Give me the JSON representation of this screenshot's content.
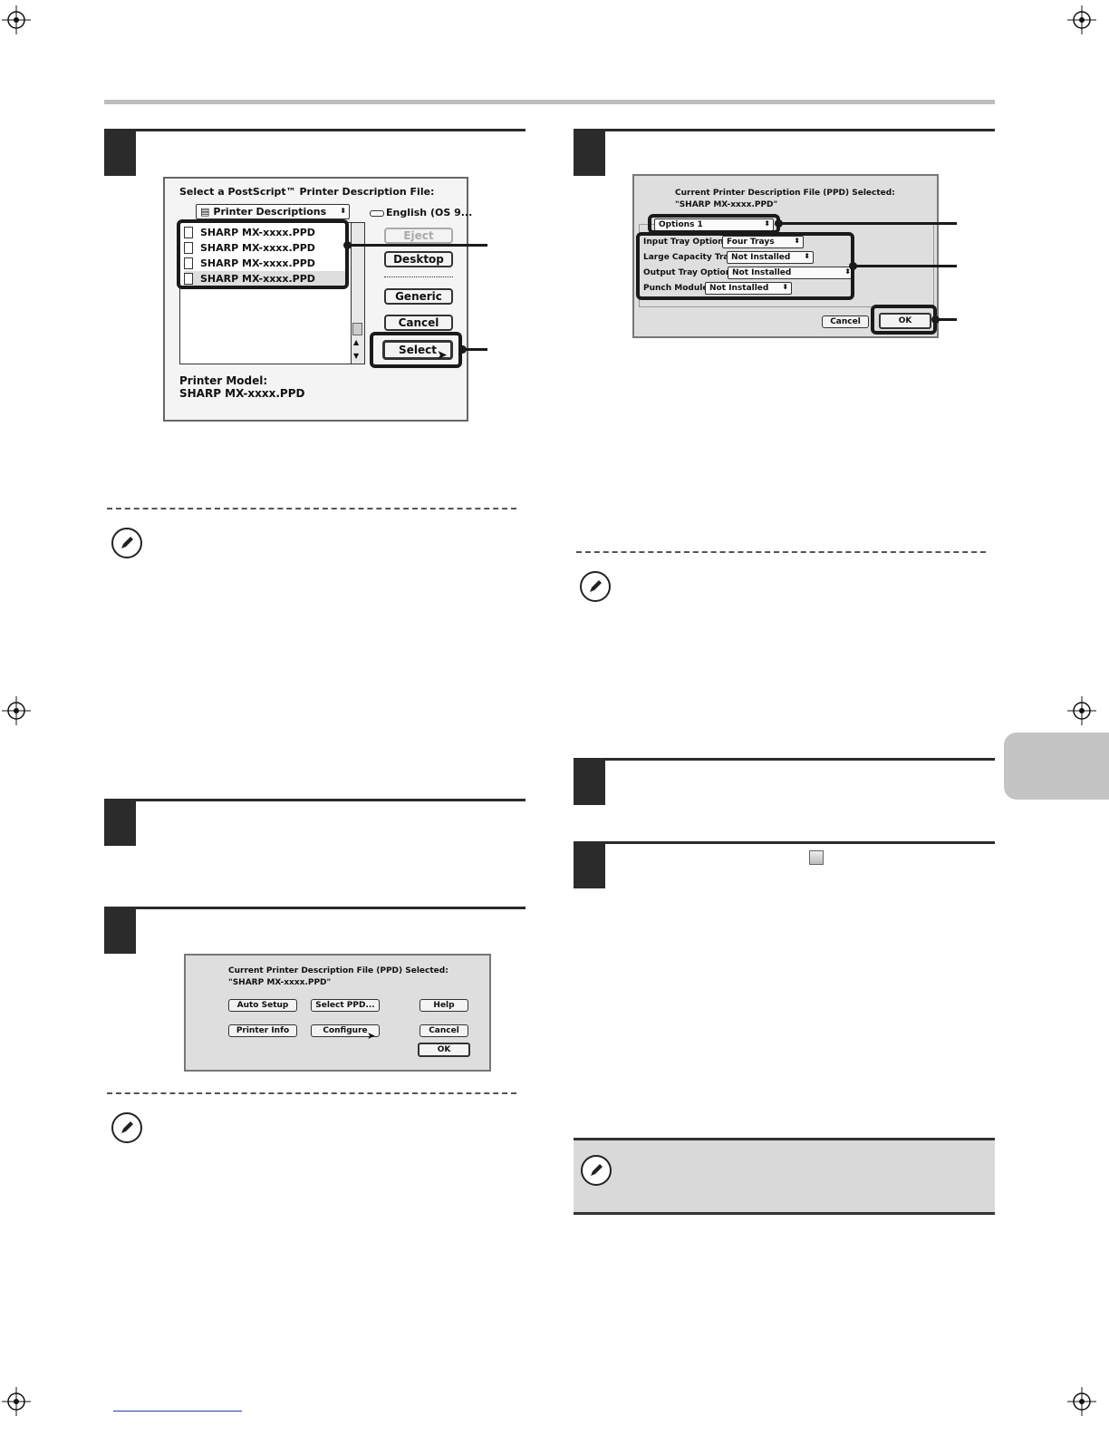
{
  "dialog_select_ppd": {
    "heading": "Select a PostScript™ Printer Description File:",
    "folder_popup": "Printer Descriptions",
    "volume_label": "English (OS 9...",
    "files": [
      "SHARP MX-xxxx.PPD",
      "SHARP MX-xxxx.PPD",
      "SHARP MX-xxxx.PPD",
      "SHARP MX-xxxx.PPD"
    ],
    "buttons": {
      "eject": "Eject",
      "desktop": "Desktop",
      "generic": "Generic",
      "cancel": "Cancel",
      "select": "Select"
    },
    "printer_model_label": "Printer Model:",
    "printer_model_value": "SHARP MX-xxxx.PPD"
  },
  "dialog_current_ppd": {
    "heading": "Current Printer Description File (PPD) Selected:",
    "ppd_name": "\"SHARP MX-xxxx.PPD\"",
    "buttons": {
      "auto_setup": "Auto Setup",
      "select_ppd": "Select PPD...",
      "help": "Help",
      "printer_info": "Printer Info",
      "configure": "Configure",
      "cancel": "Cancel",
      "ok": "OK"
    }
  },
  "dialog_options": {
    "heading": "Current Printer Description File (PPD) Selected:",
    "ppd_name": "\"SHARP MX-xxxx.PPD\"",
    "options_popup": "Options 1",
    "rows": [
      {
        "label": "Input Tray Options:",
        "value": "Four Trays"
      },
      {
        "label": "Large Capacity Tray:",
        "value": "Not Installed"
      },
      {
        "label": "Output Tray Options:",
        "value": "Not Installed"
      },
      {
        "label": "Punch Module:",
        "value": "Not Installed"
      }
    ],
    "buttons": {
      "cancel": "Cancel",
      "ok": "OK"
    }
  },
  "icons": {
    "note": "pencil-icon",
    "registration": "registration-mark-icon",
    "checkbox": "checkbox-icon"
  },
  "colors": {
    "step_dark": "#2b2b2b",
    "rule_gray": "#bdbdbd",
    "tab_gray": "#c4c4c4",
    "note_bg": "#d9d9d9"
  }
}
